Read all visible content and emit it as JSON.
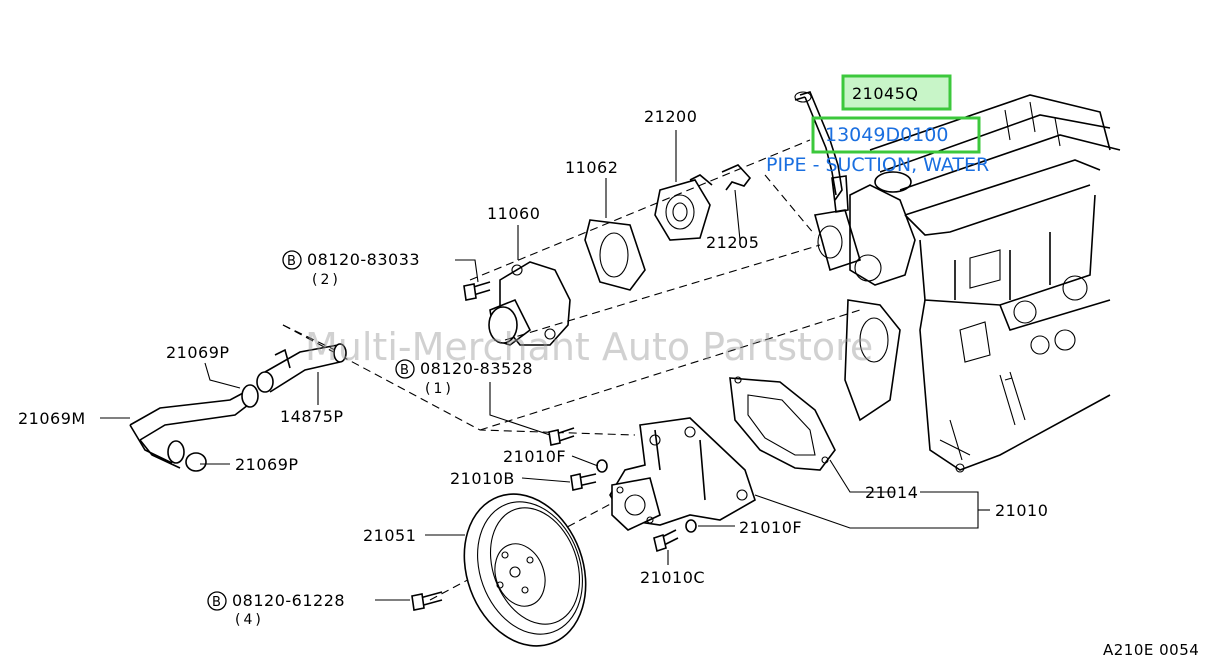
{
  "labels": {
    "p21045q": "21045Q",
    "p21200": "21200",
    "p11062": "11062",
    "p11060": "11060",
    "p21205": "21205",
    "bolt_83033": "08120-83033",
    "qty_83033": "(2)",
    "bolt_83528": "08120-83528",
    "qty_83528": "(1)",
    "p21069p_top": "21069P",
    "p21069m": "21069M",
    "p14875p": "14875P",
    "p21069p_bottom": "21069P",
    "p21010f_upper": "21010F",
    "p21010b": "21010B",
    "p21014": "21014",
    "p21010": "21010",
    "p21010f_lower": "21010F",
    "p21051": "21051",
    "p21010c": "21010C",
    "bolt_61228": "08120-61228",
    "qty_61228": "(4)"
  },
  "bolt_marker": "B",
  "highlight": {
    "part_number": "13049D0100",
    "description": "PIPE - SUCTION, WATER"
  },
  "watermark": "Multi-Merchant Auto Partstore",
  "diagram_code": "A210E 0054",
  "colors": {
    "highlight_border": "#3cc83c",
    "highlight_fill": "#c8f5c8",
    "highlight_text": "#1a6fe0"
  }
}
